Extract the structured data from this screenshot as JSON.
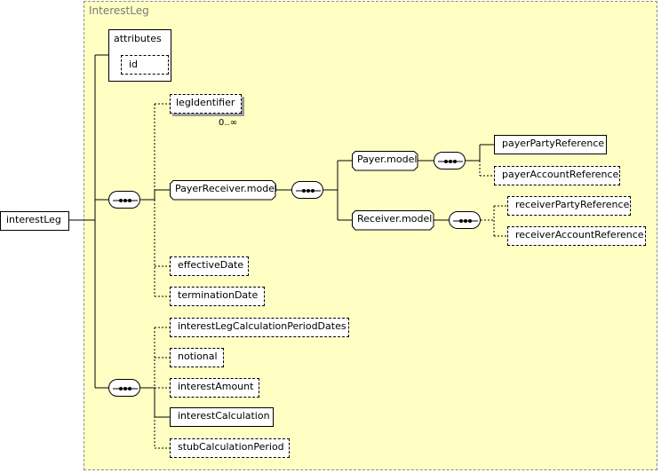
{
  "type_name": "InterestLeg",
  "root_element": "interestLeg",
  "attributes": {
    "title": "attributes",
    "items": [
      "id"
    ]
  },
  "elements": {
    "legIdentifier": "legIdentifier",
    "legIdentifier_multiplicity": "0..∞",
    "payer_receiver_model": "PayerReceiver.model",
    "payer_model": "Payer.model",
    "payer_party_reference": "payerPartyReference",
    "payer_account_reference": "payerAccountReference",
    "receiver_model": "Receiver.model",
    "receiver_party_reference": "receiverPartyReference",
    "receiver_account_reference": "receiverAccountReference",
    "effective_date": "effectiveDate",
    "termination_date": "terminationDate",
    "calc_period_dates": "interestLegCalculationPeriodDates",
    "notional": "notional",
    "interest_amount": "interestAmount",
    "interest_calculation": "interestCalculation",
    "stub_calculation_period": "stubCalculationPeriod"
  },
  "icons": {
    "sequence": "sequence-compositor-icon"
  }
}
